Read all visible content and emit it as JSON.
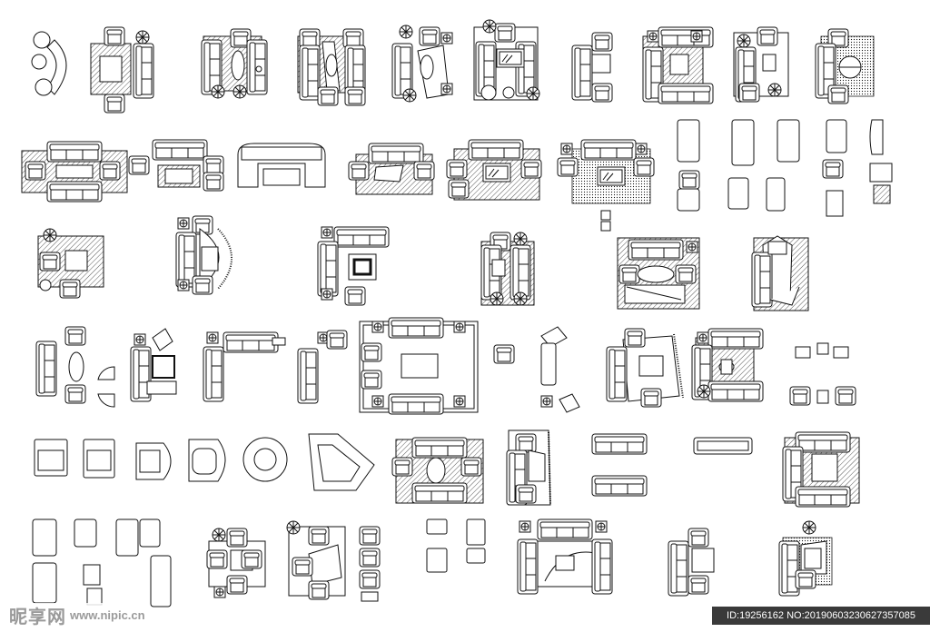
{
  "sheet": {
    "kind": "furniture-plan-blocks",
    "line_color": "#111111",
    "background": "#ffffff"
  },
  "watermark": {
    "logo_text": "昵享网",
    "url": "www.nipic.cn",
    "color": "#9a9a9a"
  },
  "id_bar": {
    "text": "ID:19256162 NO:20190603230627357085",
    "background": "#3a3a3a"
  }
}
